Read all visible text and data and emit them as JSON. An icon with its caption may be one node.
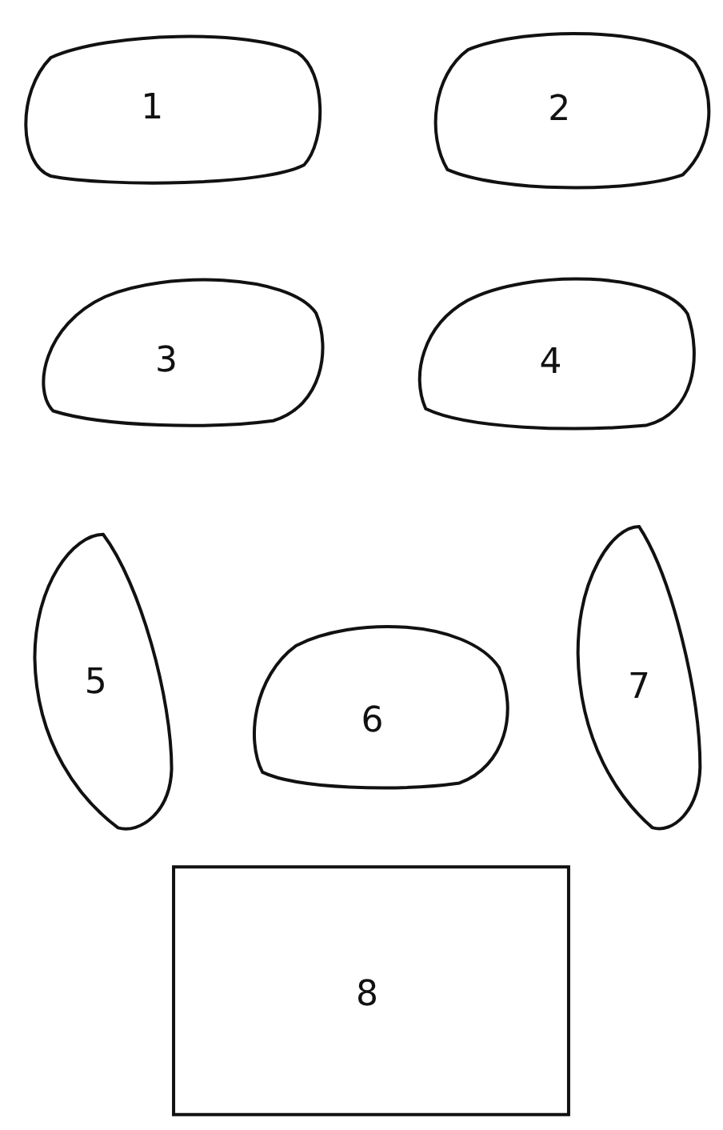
{
  "diagram": {
    "nodes": [
      {
        "text": [
          "1"
        ]
      },
      {
        "text": [
          "2"
        ]
      },
      {
        "text": [
          "3"
        ]
      },
      {
        "text": [
          "4"
        ]
      },
      {
        "text": [
          "5"
        ]
      },
      {
        "text": [
          "6"
        ]
      },
      {
        "text": [
          "7"
        ]
      },
      {
        "text": [
          "8"
        ]
      }
    ]
  }
}
